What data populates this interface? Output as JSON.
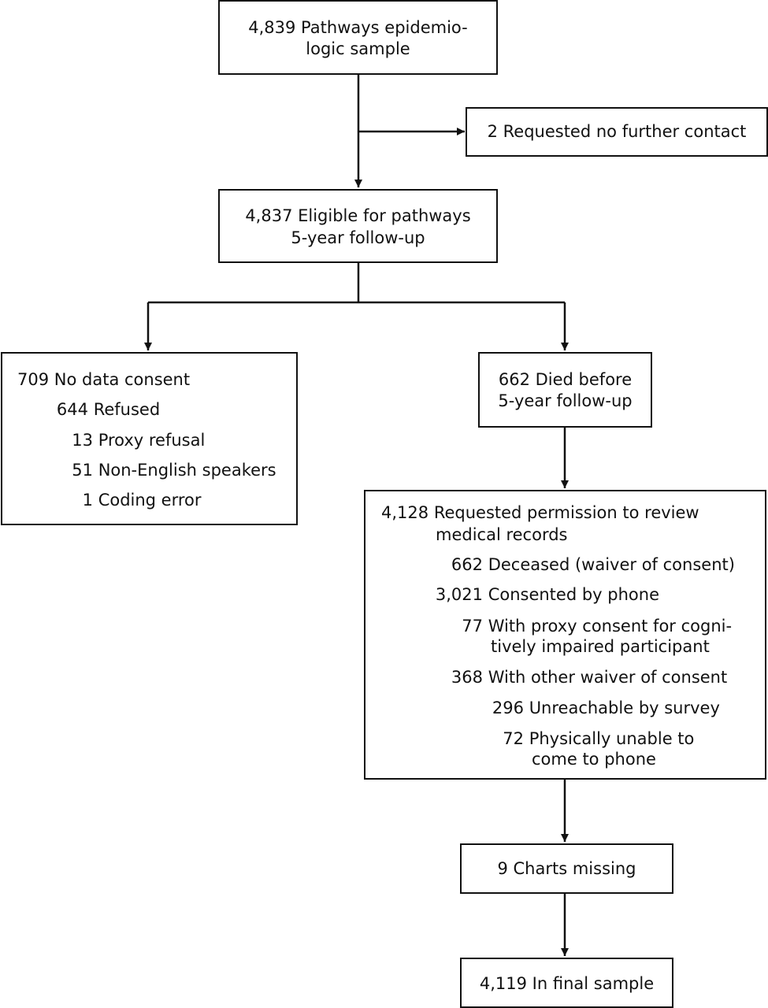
{
  "boxes": {
    "sample": {
      "line1": "4,839 Pathways epidemio-",
      "line2": "logic sample"
    },
    "no_contact": {
      "text": "2 Requested no further contact"
    },
    "eligible": {
      "line1": "4,837 Eligible for pathways",
      "line2": "5-year follow-up"
    },
    "no_consent": {
      "total_num": "709",
      "total_label": "No data consent",
      "rows": [
        {
          "num": "644",
          "label": "Refused"
        },
        {
          "num": "13",
          "label": "Proxy refusal"
        },
        {
          "num": "51",
          "label": "Non-English speakers"
        },
        {
          "num": "1",
          "label": "Coding error"
        }
      ]
    },
    "died": {
      "line1": "662 Died before",
      "line2": "5-year follow-up"
    },
    "requested": {
      "total_num": "4,128",
      "total_label_1": "Requested permission to review",
      "total_label_2": "medical records",
      "deceased": {
        "num": "662",
        "label": "Deceased (waiver of consent)"
      },
      "phone": {
        "num": "3,021",
        "label": "Consented by phone"
      },
      "proxy": {
        "num": "77",
        "label_1": "With proxy consent for cogni-",
        "label_2": "tively impaired participant"
      },
      "other_waiver": {
        "num": "368",
        "label": "With other waiver of consent"
      },
      "unreachable": {
        "num": "296",
        "label": "Unreachable by survey"
      },
      "unable": {
        "num": "72",
        "label_1": "Physically unable to",
        "label_2": "come to phone"
      }
    },
    "missing": {
      "text": "9 Charts missing"
    },
    "final": {
      "text": "4,119 In final sample"
    }
  }
}
